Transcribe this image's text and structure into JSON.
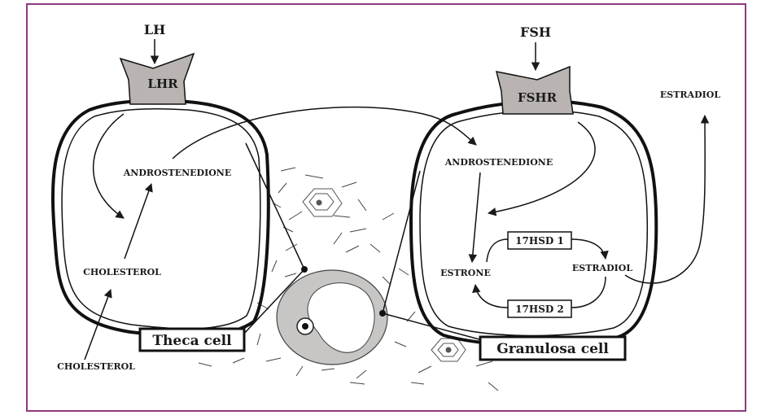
{
  "hormones": {
    "lh": "LH",
    "fsh": "FSH"
  },
  "receptors": {
    "lhr": "LHR",
    "fshr": "FSHR"
  },
  "theca": {
    "androstenedione": "ANDROSTENEDIONE",
    "cholesterol_inner": "CHOLESTEROL",
    "cholesterol_outer": "CHOLESTEROL",
    "cell_label": "Theca cell"
  },
  "granulosa": {
    "androstenedione": "ANDROSTENEDIONE",
    "estrone": "ESTRONE",
    "estradiol": "ESTRADIOL",
    "enzyme_1": "17HSD 1",
    "enzyme_2": "17HSD 2",
    "cell_label": "Granulosa cell"
  },
  "estradiol_out": "ESTRADIOL",
  "colors": {
    "frame": "#8e3a7d",
    "receptor_fill": "#b9b4b2",
    "follicle_gray": "#c8c6c4",
    "ink": "#1a1a1a"
  }
}
